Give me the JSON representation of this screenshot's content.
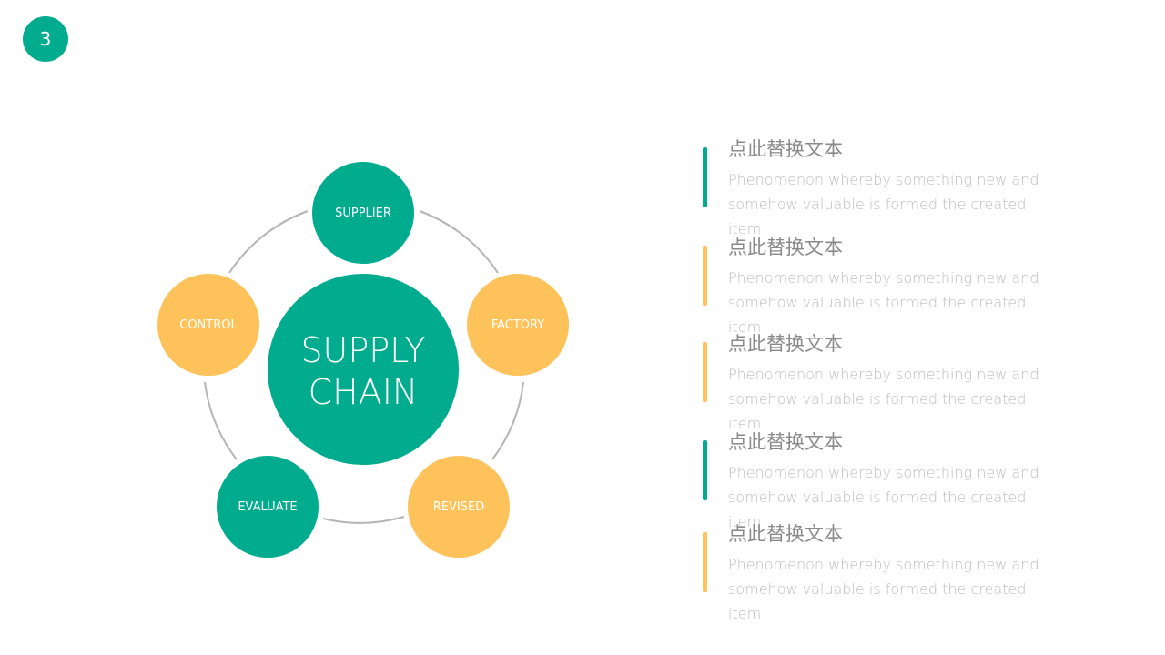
{
  "page_number": "3",
  "colors": {
    "green": "#00ab8e",
    "yellow": "#fdc25a",
    "ring": "#b5b5b5"
  },
  "center": {
    "line1": "SUPPLY",
    "line2": "CHAIN"
  },
  "nodes": [
    {
      "label": "SUPPLIER",
      "color": "green"
    },
    {
      "label": "FACTORY",
      "color": "yellow"
    },
    {
      "label": "REVISED",
      "color": "yellow"
    },
    {
      "label": "EVALUATE",
      "color": "green"
    },
    {
      "label": "CONTROL",
      "color": "yellow"
    }
  ],
  "items": [
    {
      "title": "点此替换文本",
      "desc": "Phenomenon whereby something new and somehow valuable is formed the created item",
      "color": "green"
    },
    {
      "title": "点此替换文本",
      "desc": "Phenomenon whereby something new and somehow valuable is formed the created item",
      "color": "yellow"
    },
    {
      "title": "点此替换文本",
      "desc": "Phenomenon whereby something new and somehow valuable is formed the created item",
      "color": "yellow"
    },
    {
      "title": "点此替换文本",
      "desc": "Phenomenon whereby something new and somehow valuable is formed the created item",
      "color": "green"
    },
    {
      "title": "点此替换文本",
      "desc": "Phenomenon whereby something new and somehow valuable is formed the created item",
      "color": "yellow"
    }
  ]
}
